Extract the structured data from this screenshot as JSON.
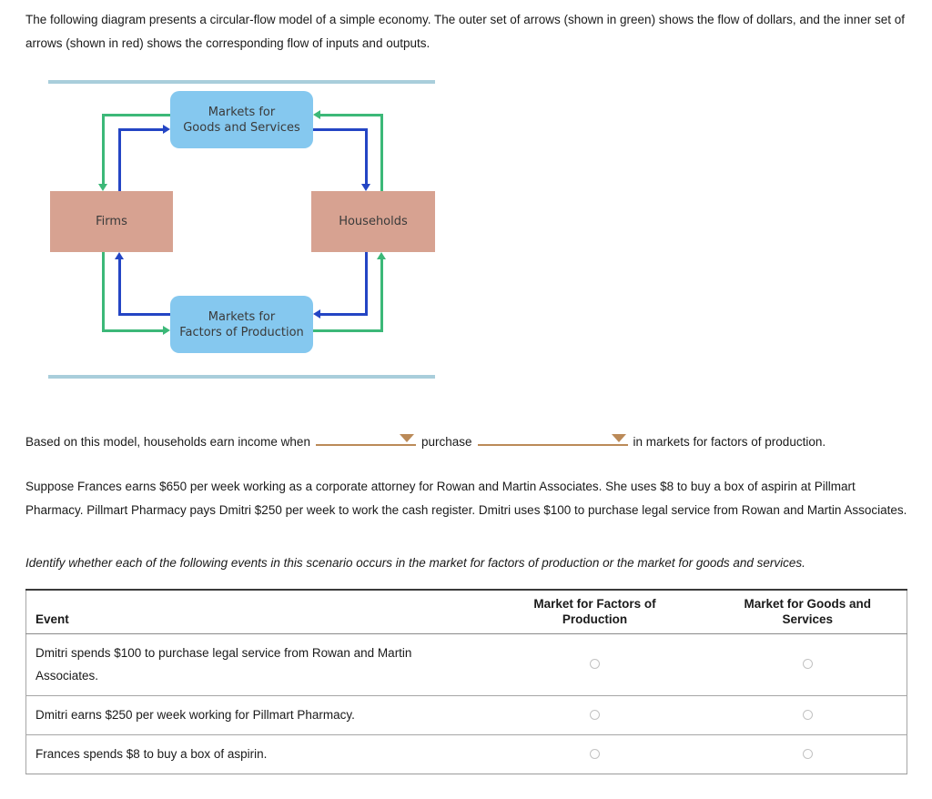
{
  "intro": "The following diagram presents a circular-flow model of a simple economy. The outer set of arrows (shown in green) shows the flow of dollars, and the inner set of arrows (shown in red) shows the corresponding flow of inputs and outputs.",
  "diagram": {
    "nodes": {
      "market_goods": "Markets for\nGoods and Services",
      "firms": "Firms",
      "households": "Households",
      "market_factors": "Markets for\nFactors of Production"
    },
    "colors": {
      "dollar_flow_green": "#3cb878",
      "inputs_flow_blue": "#2445c4",
      "market_box_blue": "#85c8ef",
      "actor_box_tan": "#d7a291",
      "divider_bar": "#a9cedb"
    }
  },
  "question": {
    "part1": "Based on this model, households earn income when",
    "part2": "purchase",
    "part3": "in markets for factors of production.",
    "dropdown1_value": "",
    "dropdown2_value": "",
    "accent_color": "#bb8a58"
  },
  "scenario": "Suppose Frances earns $650 per week working as a corporate attorney for Rowan and Martin Associates. She uses $8 to buy a box of aspirin at Pillmart Pharmacy. Pillmart Pharmacy pays Dmitri $250 per week to work the cash register. Dmitri uses $100 to purchase legal service from Rowan and Martin Associates.",
  "instruction": "Identify whether each of the following events in this scenario occurs in the market for factors of production or the market for goods and services.",
  "table": {
    "headers": {
      "event": "Event",
      "factors": "Market for Factors of\nProduction",
      "goods": "Market for Goods and\nServices"
    },
    "rows": [
      {
        "event": "Dmitri spends $100 to purchase legal service from Rowan and Martin Associates.",
        "factors_selected": false,
        "goods_selected": false
      },
      {
        "event": "Dmitri earns $250 per week working for Pillmart Pharmacy.",
        "factors_selected": false,
        "goods_selected": false
      },
      {
        "event": "Frances spends $8 to buy a box of aspirin.",
        "factors_selected": false,
        "goods_selected": false
      }
    ]
  }
}
